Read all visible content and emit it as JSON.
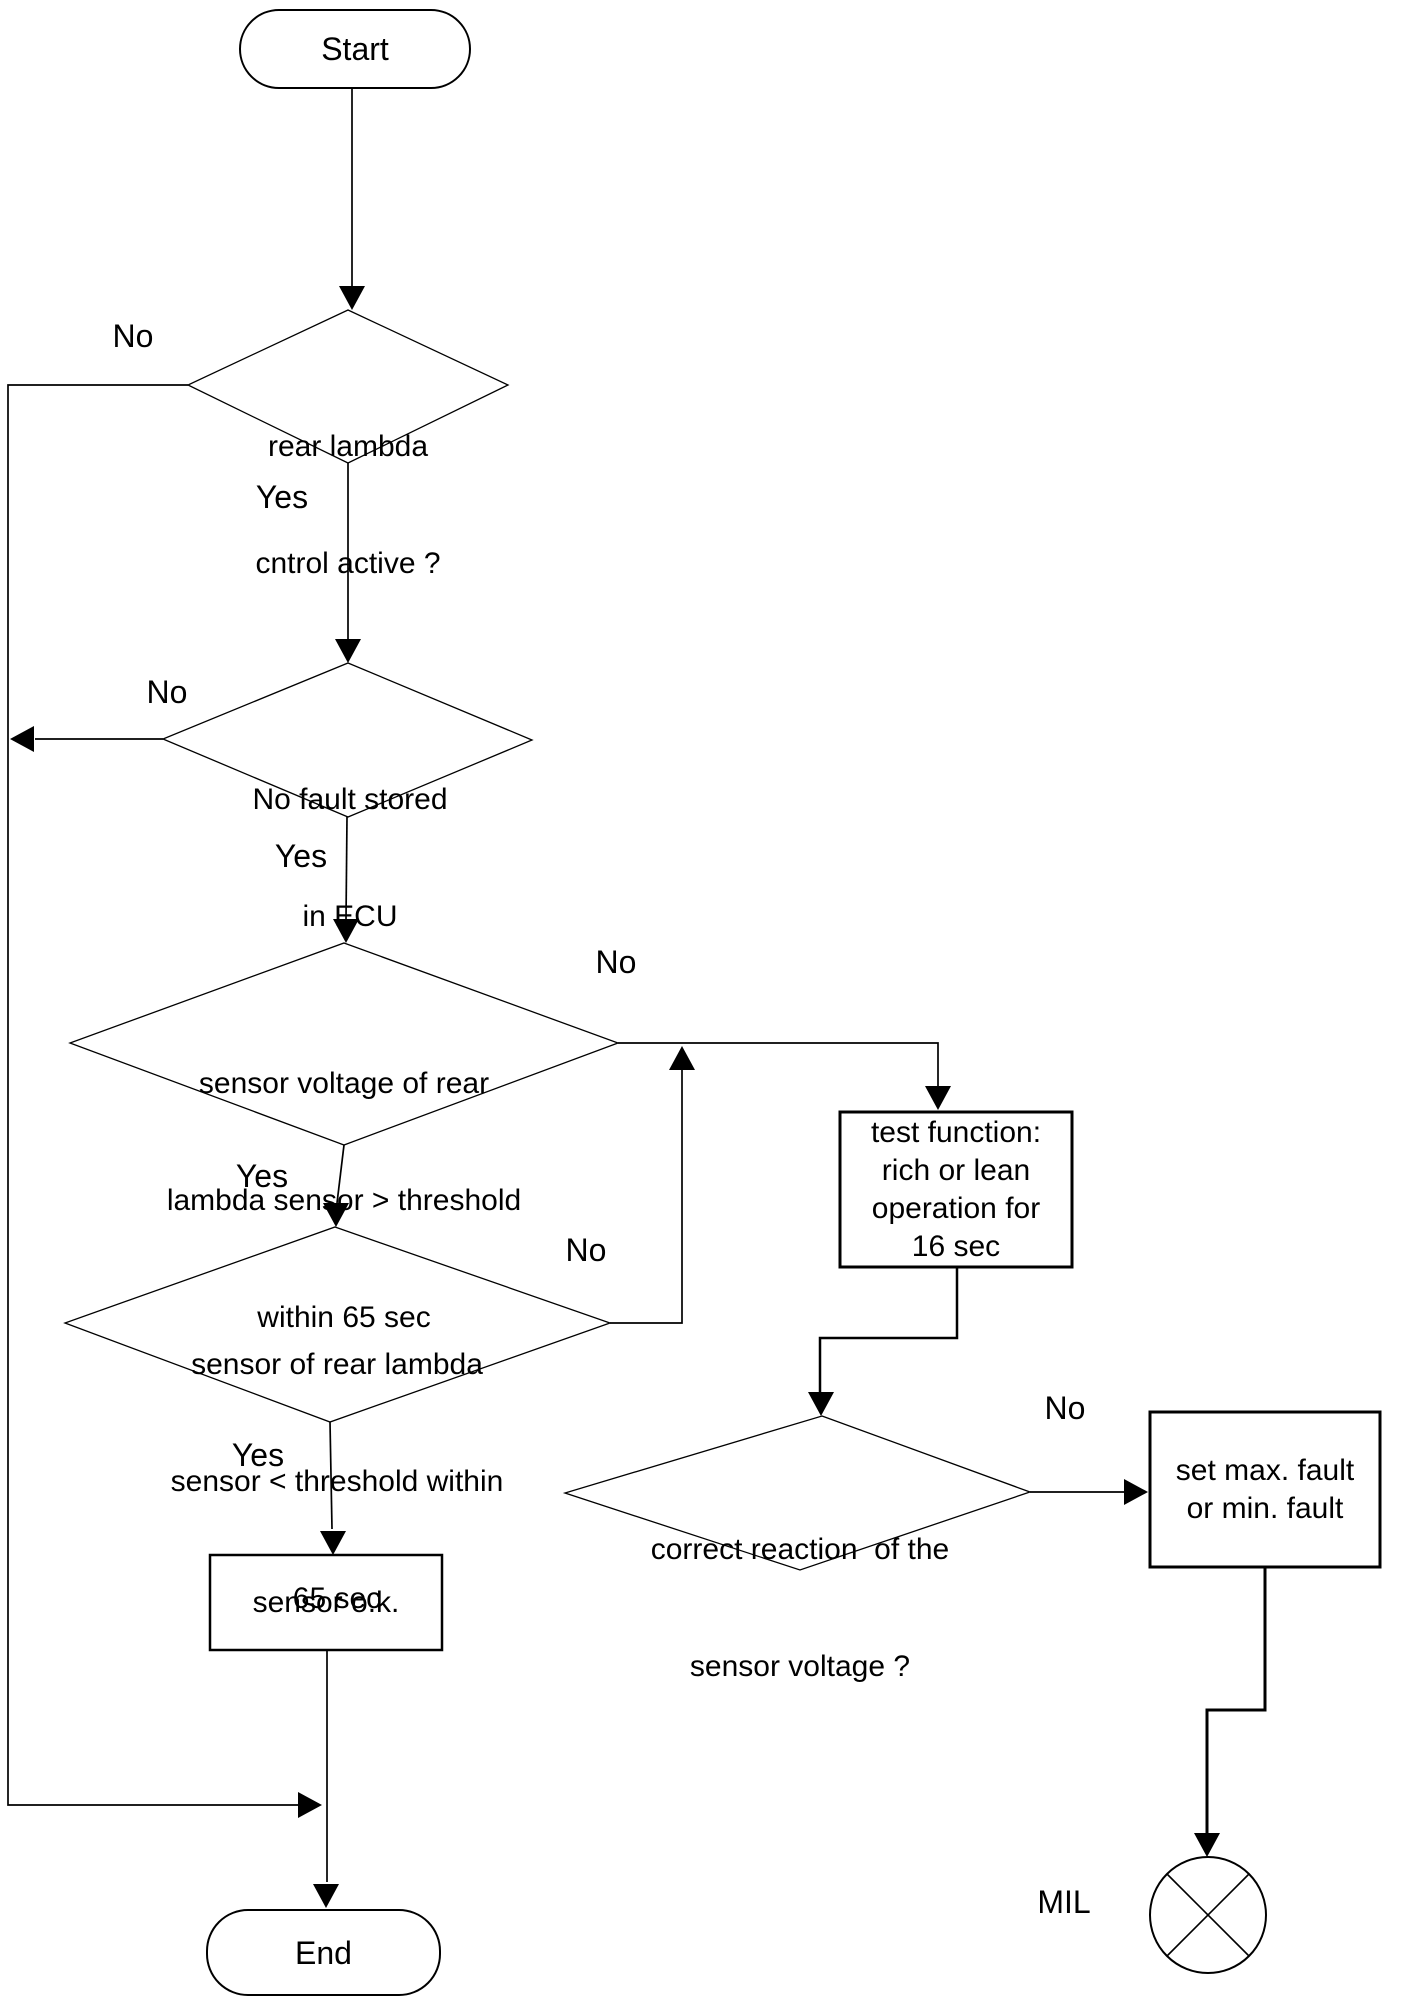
{
  "diagram": {
    "type": "flowchart",
    "colors": {
      "ink": "#000000",
      "background": "#ffffff"
    },
    "nodes": {
      "start": {
        "shape": "terminator",
        "label": "Start"
      },
      "rear_lambda_control": {
        "shape": "decision",
        "line1": "rear lambda",
        "line2": "cntrol active ?"
      },
      "no_fault_stored": {
        "shape": "decision",
        "line1": "No fault stored",
        "line2": "in ECU"
      },
      "voltage_above_threshold": {
        "shape": "decision",
        "line1": "sensor voltage of rear",
        "line2": "lambda sensor > threshold",
        "line3": "within 65 sec"
      },
      "voltage_below_threshold": {
        "shape": "decision",
        "line1": "sensor of rear lambda",
        "line2": "sensor < threshold within",
        "line3": "65 sec"
      },
      "sensor_ok": {
        "shape": "process",
        "label": "sensor o.k."
      },
      "test_function": {
        "shape": "process",
        "line1": "test function:",
        "line2": "rich or lean",
        "line3": "operation for",
        "line4": "16 sec"
      },
      "correct_reaction": {
        "shape": "decision",
        "line1": "correct reaction  of the",
        "line2": "sensor voltage ?"
      },
      "set_fault": {
        "shape": "process",
        "line1": "set max. fault",
        "line2": "or min. fault"
      },
      "mil_lamp": {
        "shape": "lamp-circle-x",
        "label": "MIL"
      },
      "end": {
        "shape": "terminator",
        "label": "End"
      }
    },
    "edge_labels": {
      "rear_lambda_no": "No",
      "rear_lambda_yes": "Yes",
      "no_fault_no": "No",
      "no_fault_yes": "Yes",
      "above_threshold_no": "No",
      "above_threshold_yes": "Yes",
      "below_threshold_no": "No",
      "below_threshold_yes": "Yes",
      "correct_reaction_no": "No"
    }
  }
}
